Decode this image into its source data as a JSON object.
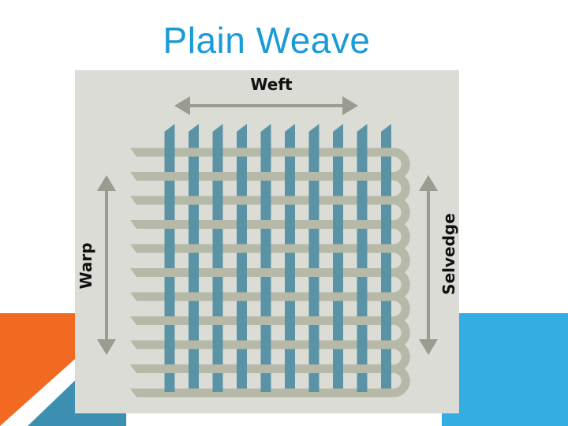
{
  "slide": {
    "title": "Plain Weave",
    "title_color": "#1a9ad6"
  },
  "diagram": {
    "weft_label": "Weft",
    "warp_label": "Warp",
    "selvedge_label": "Selvedge",
    "warp_yarn_count": 10,
    "weft_yarn_count": 11,
    "warp_color": "#5b93a6",
    "weft_color": "#b6b8a8",
    "background_color": "#dcdcd6",
    "arrow_color": "#9a9c90"
  },
  "decoration": {
    "orange": "#f26a21",
    "blue": "#33ade2",
    "teal": "#3c8fb0"
  }
}
